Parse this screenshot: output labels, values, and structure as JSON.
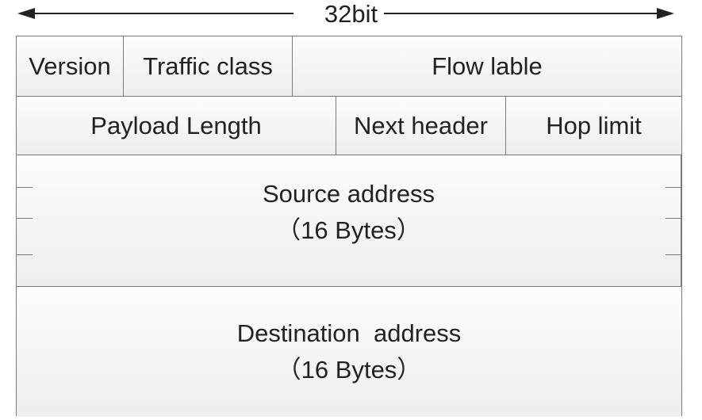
{
  "width_label": "32bit",
  "rows": [
    {
      "fields": [
        "Version",
        "Traffic class",
        "Flow lable"
      ]
    },
    {
      "fields": [
        "Payload Length",
        "Next header",
        "Hop limit"
      ]
    },
    {
      "fields": [
        "Source address",
        "（16 Bytes）"
      ]
    },
    {
      "fields": [
        "Destination  address",
        "（16 Bytes）"
      ]
    }
  ]
}
